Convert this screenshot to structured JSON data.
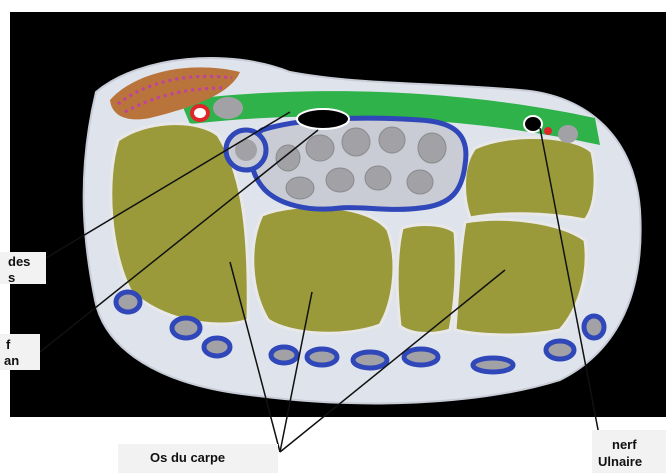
{
  "labels": {
    "left_top_line1": "des",
    "left_top_line2": "s",
    "left_bottom_line1": "f",
    "left_bottom_line2": "an",
    "os_du_carpe": "Os du carpe",
    "nerf_line1": "nerf",
    "nerf_line2": "Ulnaire"
  },
  "colors": {
    "background_frame": "#000000",
    "skin": "#dfe3ec",
    "bone": "#9b9a3a",
    "bone_outline": "#ffffff",
    "retinaculum": "#2fb24a",
    "tendon": "#a2a2a6",
    "tendon_sheath": "#2f47b8",
    "nerve": "#000000",
    "artery": "#e0262a"
  }
}
